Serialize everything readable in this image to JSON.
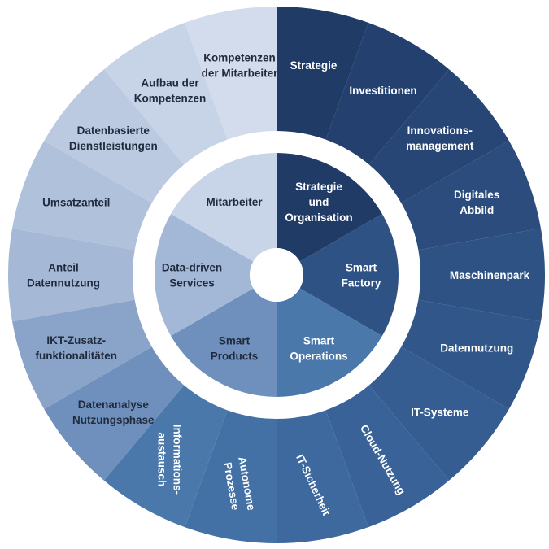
{
  "outer_ring": [
    {
      "lines": [
        "Strategie"
      ],
      "color": "#1f3b66",
      "text_color": "#ffffff"
    },
    {
      "lines": [
        "Investitionen"
      ],
      "color": "#23406e",
      "text_color": "#ffffff"
    },
    {
      "lines": [
        "Innovations-",
        "management"
      ],
      "color": "#274675",
      "text_color": "#ffffff"
    },
    {
      "lines": [
        "Digitales",
        "Abbild"
      ],
      "color": "#2b4c7c",
      "text_color": "#ffffff"
    },
    {
      "lines": [
        "Maschinenpark"
      ],
      "color": "#2e5283",
      "text_color": "#ffffff"
    },
    {
      "lines": [
        "Datennutzung"
      ],
      "color": "#31578a",
      "text_color": "#ffffff"
    },
    {
      "lines": [
        "IT-Systeme"
      ],
      "color": "#355d91",
      "text_color": "#ffffff"
    },
    {
      "lines": [
        "Cloud-Nutzung"
      ],
      "color": "#396398",
      "text_color": "#ffffff",
      "rotate": 60
    },
    {
      "lines": [
        "IT-Sicherheit"
      ],
      "color": "#3e699e",
      "text_color": "#ffffff",
      "rotate": 65
    },
    {
      "lines": [
        "Autonome",
        "Prozesse"
      ],
      "color": "#4471a5",
      "text_color": "#ffffff",
      "rotate": 80
    },
    {
      "lines": [
        "Informations-",
        "austausch"
      ],
      "color": "#4a78ab",
      "text_color": "#ffffff",
      "rotate": 90
    },
    {
      "lines": [
        "Datenanalyse",
        "Nutzungsphase"
      ],
      "color": "#6f8fbc",
      "text_color": "#1f2a3d"
    },
    {
      "lines": [
        "IKT-Zusatz-",
        "funktionalitäten"
      ],
      "color": "#8aa4c9",
      "text_color": "#1f2a3d"
    },
    {
      "lines": [
        "Anteil",
        "Datennutzung"
      ],
      "color": "#a5b8d6",
      "text_color": "#1f2a3d"
    },
    {
      "lines": [
        "Umsatzanteil"
      ],
      "color": "#b0c1dc",
      "text_color": "#1f2a3d"
    },
    {
      "lines": [
        "Datenbasierte",
        "Dienstleistungen"
      ],
      "color": "#bccae1",
      "text_color": "#1f2a3d"
    },
    {
      "lines": [
        "Aufbau der",
        "Kompetenzen"
      ],
      "color": "#c7d3e7",
      "text_color": "#1f2a3d"
    },
    {
      "lines": [
        "Kompetenzen",
        "der Mitarbeiter"
      ],
      "color": "#d2dcec",
      "text_color": "#1f2a3d"
    }
  ],
  "inner_ring": [
    {
      "lines": [
        "Strategie",
        "und",
        "Organisation"
      ],
      "color": "#1f3b66",
      "text_color": "#ffffff"
    },
    {
      "lines": [
        "Smart",
        "Factory"
      ],
      "color": "#2e5283",
      "text_color": "#ffffff"
    },
    {
      "lines": [
        "Smart",
        "Operations"
      ],
      "color": "#4a78ab",
      "text_color": "#ffffff"
    },
    {
      "lines": [
        "Smart",
        "Products"
      ],
      "color": "#6f8fbc",
      "text_color": "#1f2a3d"
    },
    {
      "lines": [
        "Data-driven",
        "Services"
      ],
      "color": "#a3b7d6",
      "text_color": "#1f2a3d"
    },
    {
      "lines": [
        "Mitarbeiter"
      ],
      "color": "#c8d4e8",
      "text_color": "#1f2a3d"
    }
  ]
}
